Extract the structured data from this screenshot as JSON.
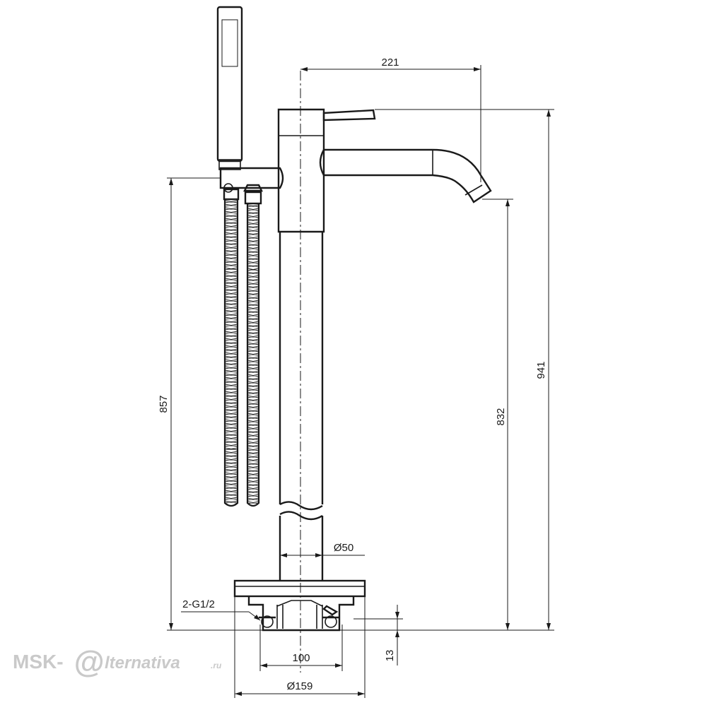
{
  "dimensions": {
    "spout_reach": "221",
    "total_height": "941",
    "spout_height": "832",
    "shower_holder_height": "857",
    "column_diameter": "Ø50",
    "connection": "2-G1/2",
    "inlet_spacing": "100",
    "base_height": "13",
    "base_diameter": "Ø159"
  },
  "watermark": {
    "prefix": "MSK-",
    "symbol": "@",
    "suffix": "lternativa",
    "domain": ".ru"
  },
  "colors": {
    "line": "#1a1a1a",
    "watermark": "#c9c9c9"
  }
}
